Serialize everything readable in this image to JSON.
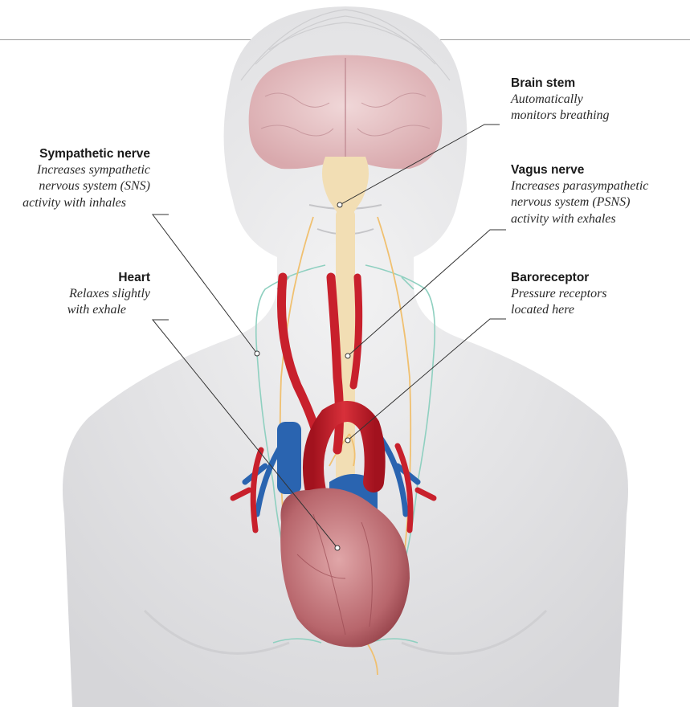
{
  "labels": {
    "brain_stem": {
      "title": "Brain stem",
      "desc_line1": "Automatically",
      "desc_line2": "monitors breathing"
    },
    "sympathetic_nerve": {
      "title": "Sympathetic nerve",
      "desc_line1": "Increases sympathetic",
      "desc_line2": "nervous system (SNS)",
      "desc_line3": "activity with inhales"
    },
    "vagus_nerve": {
      "title": "Vagus nerve",
      "desc_line1": "Increases parasympathetic",
      "desc_line2": "nervous system (PSNS)",
      "desc_line3": "activity with exhales"
    },
    "heart": {
      "title": "Heart",
      "desc_line1": "Relaxes slightly",
      "desc_line2": "with exhale"
    },
    "baroreceptor": {
      "title": "Baroreceptor",
      "desc_line1": "Pressure receptors",
      "desc_line2": "located here"
    }
  },
  "colors": {
    "body": "#e4e4e6",
    "brain": "#e8c9cc",
    "spinal_cord": "#f2deb4",
    "artery": "#c8202c",
    "vein": "#2a64b0",
    "nerve_yellow": "#f0c070",
    "nerve_teal": "#8fd0c0",
    "heart": "#c87a80",
    "leader_line": "#333333"
  }
}
